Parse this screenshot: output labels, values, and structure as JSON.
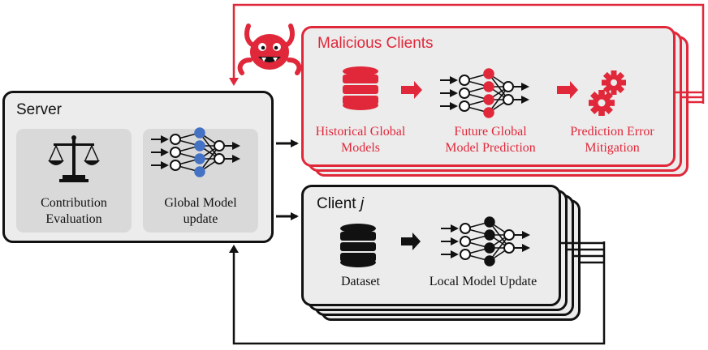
{
  "server": {
    "title": "Server",
    "contribution_label_1": "Contribution",
    "contribution_label_2": "Evaluation",
    "global_update_label_1": "Global Model",
    "global_update_label_2": "update"
  },
  "malicious": {
    "title": "Malicious Clients",
    "historical_label_1": "Historical Global",
    "historical_label_2": "Models",
    "future_label_1": "Future Global",
    "future_label_2": "Model Prediction",
    "mitigation_label_1": "Prediction Error",
    "mitigation_label_2": "Mitigation"
  },
  "client": {
    "title_prefix": "Client ",
    "title_index": "j",
    "dataset_label": "Dataset",
    "local_update_label": "Local Model Update"
  },
  "colors": {
    "red": "#e0283a",
    "black": "#111111",
    "blue": "#4472c4",
    "panel_gray": "#d9d9d9",
    "card_gray": "#ececec"
  },
  "icons": [
    "balance-scale-icon",
    "neural-network-icon",
    "database-icon",
    "gears-icon",
    "devil-icon",
    "arrow-icon"
  ]
}
